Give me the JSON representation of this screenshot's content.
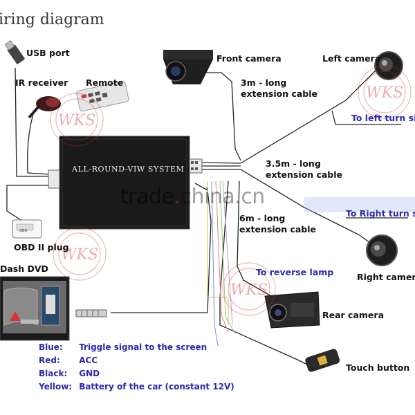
{
  "title": "iring  diagram",
  "system_label": "ALL-ROUND-VIW SYSTEM",
  "labels": {
    "usb_port": "USB port",
    "ir_receiver": "IR receiver",
    "remote": "Remote",
    "front_camera": "Front camera",
    "left_camera": "Left camera",
    "right_camera": "Right camera",
    "rear_camera": "Rear camera",
    "touch_button": "Touch button",
    "obd_plug": "OBD II plug",
    "dash_dvd": "Dash DVD",
    "obd_box": "OBD"
  },
  "cables": {
    "c1_line1": "3m - long",
    "c1_line2": "extension cable",
    "c2_line1": "3.5m - long",
    "c2_line2": "extension cable",
    "c3_line1": "6m - long",
    "c3_line2": "extension cable"
  },
  "signals": {
    "left_turn": "To left turn sig",
    "right_turn": "To Right turn sig",
    "reverse": "To reverse lamp"
  },
  "legend": [
    {
      "key": "Blue:",
      "value": "Triggle signal to the screen"
    },
    {
      "key": "Red:",
      "value": "ACC"
    },
    {
      "key": "Black:",
      "value": "GND"
    },
    {
      "key": "Yellow:",
      "value": "Battery of the car (constant 12V)"
    }
  ],
  "watermark": {
    "logo_text": "WKS",
    "site_a": "trade",
    "site_dot": ".",
    "site_b": "china",
    "site_c": ".cn"
  },
  "colors": {
    "blue_text": "#2a2ab0",
    "box": "#1a1a1a",
    "watermark_red": "#c83232"
  }
}
